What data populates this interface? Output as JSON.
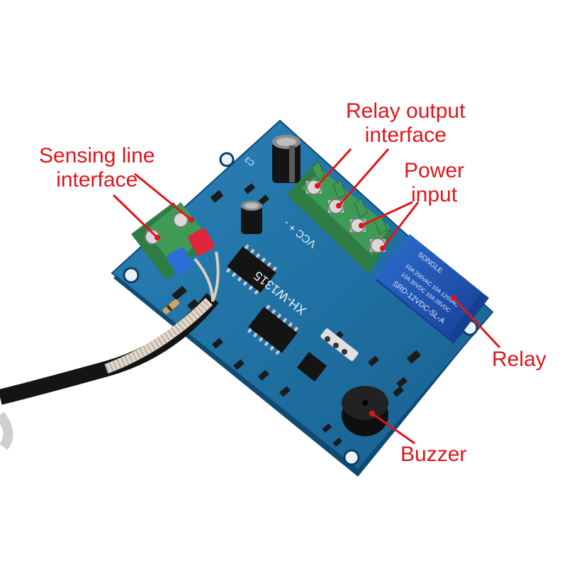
{
  "labels": {
    "relay_output": [
      "Relay output",
      "interface"
    ],
    "sensing_line": [
      "Sensing line",
      "interface"
    ],
    "power_input": [
      "Power",
      "input"
    ],
    "relay": "Relay",
    "buzzer": "Buzzer"
  },
  "board": {
    "model": "XH-W1315",
    "vcc": "VCC + -",
    "relay_brand": "SONGLE",
    "relay_model": "SRD-12VDC-SL-A",
    "relay_rating": [
      "10A 250VAC 10A 125VAC",
      "10A 30VDC 10A 28VDC"
    ],
    "capacitor_label": "C3"
  },
  "colors": {
    "board": "#1e6fa4",
    "annotation": "#e0151b",
    "terminal": "#3f9a55",
    "relay": "#1d56b8"
  }
}
